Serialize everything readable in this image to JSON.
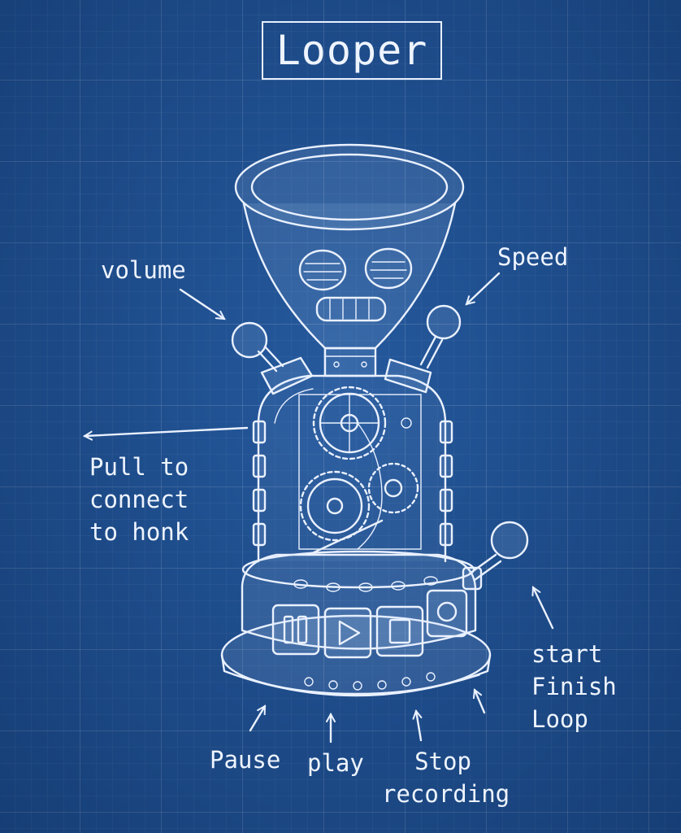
{
  "title": "Looper",
  "labels": {
    "volume": "volume",
    "speed": "Speed",
    "pull_to_connect": "Pull to\nconnect\nto honk",
    "pause": "Pause",
    "play": "play",
    "stop_recording": "Stop\nrecording",
    "start_finish_loop": "start\nFinish\nLoop"
  },
  "colors": {
    "background": "#1d4f8f",
    "line": "#eaf1ff"
  }
}
